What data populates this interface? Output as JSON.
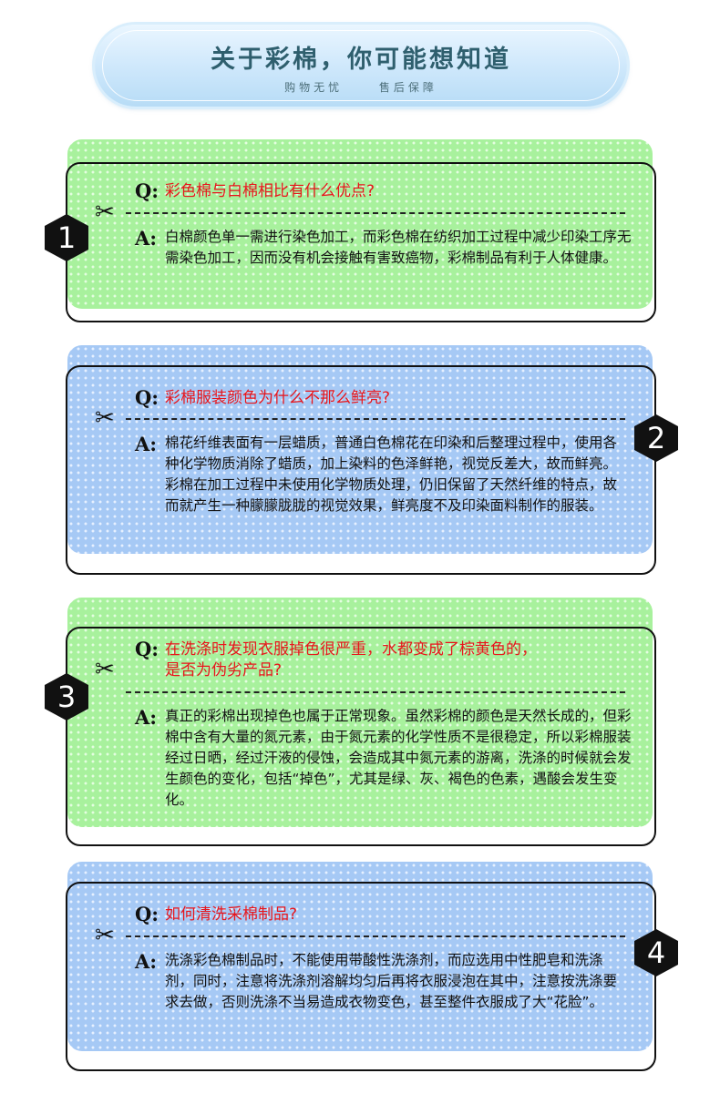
{
  "header": {
    "title": "关于彩棉，你可能想知道",
    "subtitle_left": "购物无忧",
    "subtitle_right": "售后保障"
  },
  "labels": {
    "q": "Q:",
    "a": "A:"
  },
  "icons": {
    "scissors": "✂",
    "badge_shape": "hexagon-icon"
  },
  "colors": {
    "green": "#a8f19d",
    "blue": "#a6c9f5",
    "question": "#e8151b"
  },
  "faq": [
    {
      "number": "1",
      "question": "彩色棉与白棉相比有什么优点?",
      "answer": "白棉颜色单一需进行染色加工，而彩色棉在纺织加工过程中减少印染工序无需染色加工，因而没有机会接触有害致癌物，彩棉制品有利于人体健康。"
    },
    {
      "number": "2",
      "question": "彩棉服装颜色为什么不那么鲜亮?",
      "answer": "棉花纤维表面有一层蜡质，普通白色棉花在印染和后整理过程中，使用各种化学物质消除了蜡质，加上染料的色泽鲜艳，视觉反差大，故而鲜亮。彩棉在加工过程中未使用化学物质处理，仍旧保留了天然纤维的特点，故而就产生一种朦朦胧胧的视觉效果，鲜亮度不及印染面料制作的服装。"
    },
    {
      "number": "3",
      "question_line1": "在洗涤时发现衣服掉色很严重，水都变成了棕黄色的，",
      "question_line2": "是否为伪劣产品?",
      "answer": "真正的彩棉出现掉色也属于正常现象。虽然彩棉的颜色是天然长成的，但彩棉中含有大量的氮元素，由于氮元素的化学性质不是很稳定，所以彩棉服装经过日晒，经过汗液的侵蚀，会造成其中氮元素的游离，洗涤的时候就会发生颜色的变化，包括“掉色”，尤其是绿、灰、褐色的色素，遇酸会发生变化。"
    },
    {
      "number": "4",
      "question": "如何清洗采棉制品?",
      "answer": "洗涤彩色棉制品时，不能使用带酸性洗涤剂，而应选用中性肥皂和洗涤剂，同时，注意将洗涤剂溶解均匀后再将衣服浸泡在其中，注意按洗涤要求去做，否则洗涤不当易造成衣物变色，甚至整件衣服成了大“花脸”。"
    }
  ]
}
